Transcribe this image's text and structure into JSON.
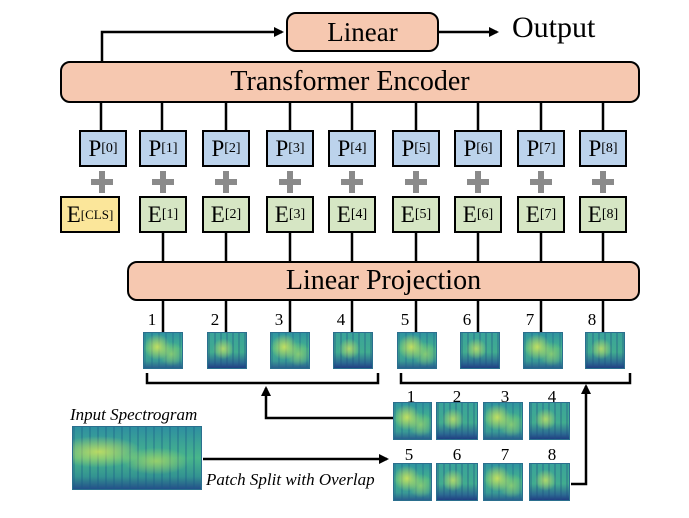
{
  "blocks": {
    "linear": "Linear",
    "output": "Output",
    "encoder": "Transformer Encoder",
    "projection": "Linear Projection"
  },
  "position_tokens": [
    {
      "base": "P",
      "sub": "[0]"
    },
    {
      "base": "P",
      "sub": "[1]"
    },
    {
      "base": "P",
      "sub": "[2]"
    },
    {
      "base": "P",
      "sub": "[3]"
    },
    {
      "base": "P",
      "sub": "[4]"
    },
    {
      "base": "P",
      "sub": "[5]"
    },
    {
      "base": "P",
      "sub": "[6]"
    },
    {
      "base": "P",
      "sub": "[7]"
    },
    {
      "base": "P",
      "sub": "[8]"
    }
  ],
  "embedding_tokens": [
    {
      "base": "E",
      "sub": "[CLS]"
    },
    {
      "base": "E",
      "sub": "[1]"
    },
    {
      "base": "E",
      "sub": "[2]"
    },
    {
      "base": "E",
      "sub": "[3]"
    },
    {
      "base": "E",
      "sub": "[4]"
    },
    {
      "base": "E",
      "sub": "[5]"
    },
    {
      "base": "E",
      "sub": "[6]"
    },
    {
      "base": "E",
      "sub": "[7]"
    },
    {
      "base": "E",
      "sub": "[8]"
    }
  ],
  "patch_numbers": [
    "1",
    "2",
    "3",
    "4",
    "5",
    "6",
    "7",
    "8"
  ],
  "grid_numbers": [
    "1",
    "2",
    "3",
    "4",
    "5",
    "6",
    "7",
    "8"
  ],
  "captions": {
    "input": "Input Spectrogram",
    "split": "Patch Split with Overlap"
  },
  "colors": {
    "block_fill": "#f6c8b0",
    "position_fill": "#bcd3ec",
    "embedding_fill": "#d6e6c4",
    "cls_fill": "#fbe69a",
    "plus_sign": "#8a8a8a"
  }
}
